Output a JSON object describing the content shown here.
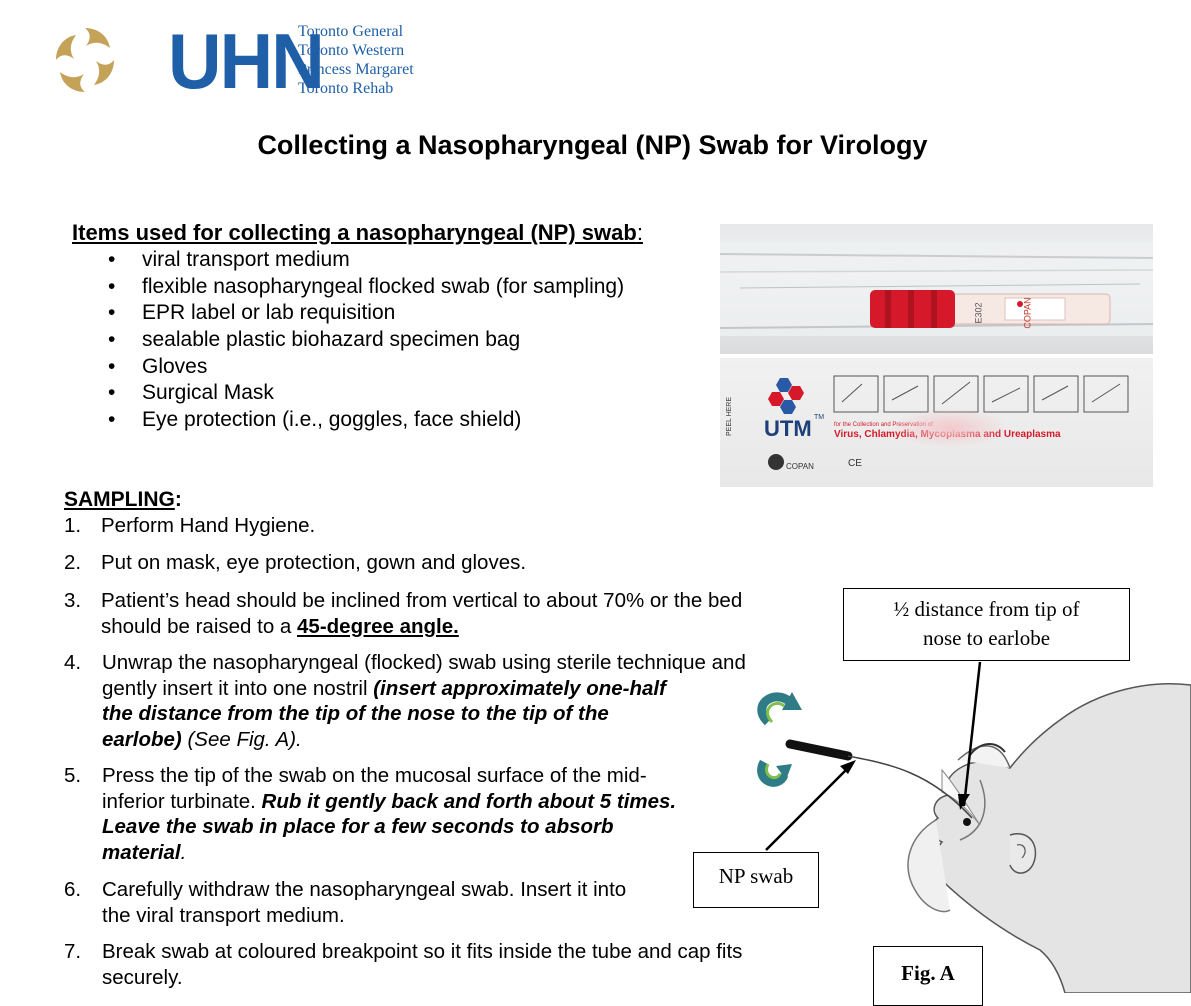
{
  "header": {
    "logo_text": "UHN",
    "hospitals": [
      "Toronto General",
      "Toronto Western",
      "Princess Margaret",
      "Toronto Rehab"
    ],
    "brand_color": "#1f5fa8",
    "emblem_color": "#c4a258"
  },
  "title": "Collecting a Nasopharyngeal (NP) Swab for Virology",
  "items": {
    "heading": "Items used for collecting a nasopharyngeal (NP) swab",
    "colon": ":",
    "list": [
      "viral transport medium",
      "flexible nasopharyngeal flocked swab (for sampling)",
      "EPR label or lab requisition",
      "sealable plastic biohazard specimen bag",
      "Gloves",
      "Surgical Mask",
      "Eye protection (i.e., goggles, face shield)"
    ]
  },
  "kit_photo": {
    "package_brand": "UTM",
    "package_tm": "TM",
    "package_line1": "for the Collection and Preservation of:",
    "package_line2": "Virus, Chlamydia, Mycoplasma and Ureaplasma",
    "manufacturer": "COPAN",
    "peel_text": "PEEL HERE",
    "ce_mark": "CE",
    "tube_label": "COPAN",
    "tube_text": "E302",
    "cap_color": "#d6192a"
  },
  "sampling": {
    "heading": "SAMPLING",
    "colon": ":",
    "steps": {
      "s1": {
        "num": "1.",
        "text": "Perform Hand Hygiene."
      },
      "s2": {
        "num": "2.",
        "text": "Put on mask, eye protection, gown and gloves."
      },
      "s3": {
        "num": "3.",
        "line1": "Patient’s head should be inclined from vertical to about 70% or the bed",
        "line2a": "should be raised to a ",
        "line2b": "45-degree angle."
      },
      "s4": {
        "num": "4.",
        "line1": "Unwrap the nasopharyngeal (flocked) swab using sterile technique and",
        "line2a": "gently insert it into one nostril ",
        "line2b": "(insert approximately one-half",
        "line3": "the distance from the tip of the nose to the tip of the",
        "line4a": "earlobe)",
        "line4b": " (See Fig. A)."
      },
      "s5": {
        "num": "5.",
        "line1": "Press the tip of the swab on the mucosal surface of the mid-",
        "line2a": "inferior turbinate. ",
        "line2b": "Rub it gently back and forth about 5 times.",
        "line3": "Leave the swab in place for a few seconds to absorb",
        "line4a": "material",
        "line4b": "."
      },
      "s6": {
        "num": "6.",
        "line1": "Carefully withdraw the nasopharyngeal swab. Insert it into",
        "line2": "the viral transport medium."
      },
      "s7": {
        "num": "7.",
        "line1": "Break swab at coloured breakpoint so it fits inside the tube and cap fits",
        "line2": "securely."
      }
    }
  },
  "figure": {
    "distance_label_line1": "½ distance from tip of",
    "distance_label_line2": "nose to earlobe",
    "swab_label": "NP swab",
    "fig_label": "Fig. A",
    "rotation_arrow_color": "#2f7c86",
    "rotation_arrow_accent": "#7ec04a"
  }
}
